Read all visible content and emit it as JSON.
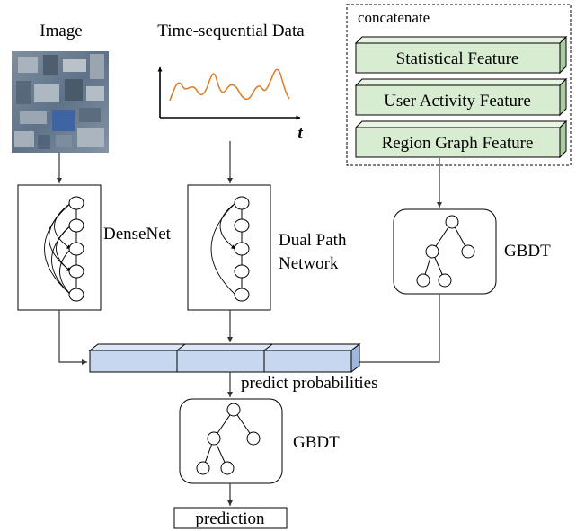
{
  "inputs": {
    "image_label": "Image",
    "timeseries_label": "Time-sequential Data",
    "timeseries_axis_label": "t"
  },
  "features": {
    "group_label": "concatenate",
    "items": [
      "Statistical Feature",
      "User Activity Feature",
      "Region Graph Feature"
    ]
  },
  "models": {
    "densenet_label": "DenseNet",
    "dpn_label_line1": "Dual Path",
    "dpn_label_line2": "Network",
    "gbdt_top_label": "GBDT",
    "gbdt_bottom_label": "GBDT"
  },
  "fusion": {
    "predict_label": "predict probabilities"
  },
  "output": {
    "prediction_label": "prediction"
  },
  "colors": {
    "feature_fill": "#d8ecd2",
    "feature_side": "#aacca0",
    "vector_fill": "#c7d7ef",
    "vector_side": "#9fb7dd",
    "series_line": "#e07a22",
    "image_tone": "#6a7d93"
  }
}
